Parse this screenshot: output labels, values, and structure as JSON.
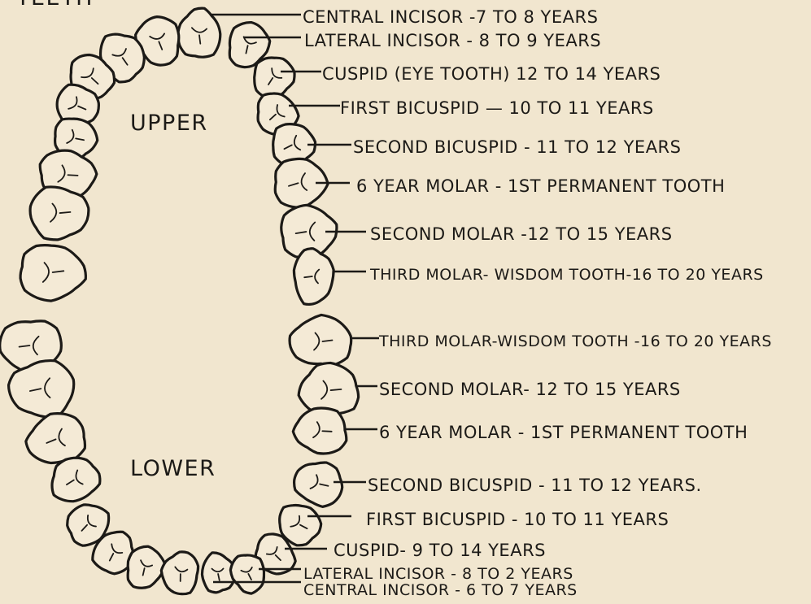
{
  "title_fragment": "TEETH",
  "upper_region_label": "UPPER",
  "lower_region_label": "LOWER",
  "upper_labels": [
    "CENTRAL INCISOR -7 TO 8 YEARS",
    "LATERAL INCISOR - 8 TO 9 YEARS",
    "CUSPID (EYE TOOTH) 12 TO 14 YEARS",
    "FIRST BICUSPID — 10 TO 11 YEARS",
    "SECOND BICUSPID - 11 TO 12 YEARS",
    "6 YEAR MOLAR - 1ST PERMANENT TOOTH",
    "SECOND MOLAR -12 TO 15 YEARS",
    "THIRD MOLAR- WISDOM TOOTH-16 TO 20 YEARS"
  ],
  "lower_labels": [
    "THIRD MOLAR-WISDOM TOOTH -16 TO 20 YEARS",
    "SECOND MOLAR- 12 TO 15 YEARS",
    "6 YEAR MOLAR - 1ST PERMANENT TOOTH",
    "SECOND BICUSPID - 11 TO 12 YEARS.",
    "FIRST BICUSPID - 10 TO 11 YEARS",
    "CUSPID- 9 TO 14 YEARS",
    "LATERAL INCISOR - 8 TO 2 YEARS",
    "CENTRAL INCISOR - 6 TO 7 YEARS"
  ]
}
